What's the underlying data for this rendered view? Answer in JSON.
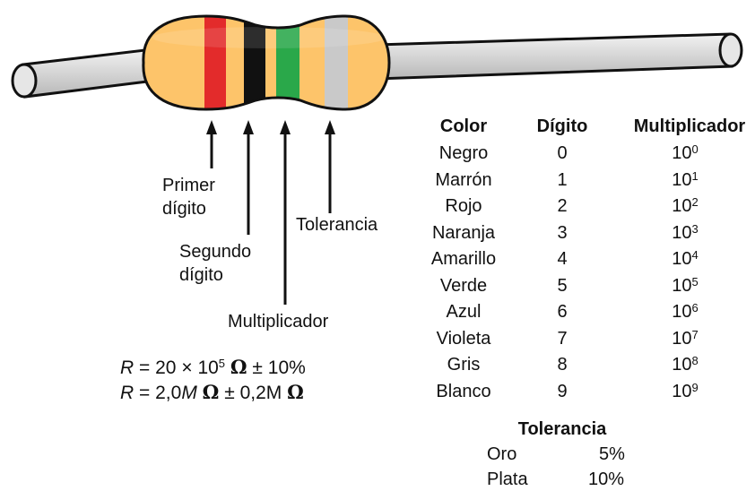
{
  "labels": {
    "primer": [
      "Primer",
      "dígito"
    ],
    "segundo": [
      "Segundo",
      "dígito"
    ],
    "multiplicador": "Multiplicador",
    "tolerancia": "Tolerancia"
  },
  "formula": {
    "line1": {
      "R": "R",
      "eq": "=",
      "value": "20",
      "times": "×",
      "base": "10",
      "exp": "5",
      "omega": "Ω",
      "pm": "±",
      "tol": "10%"
    },
    "line2": {
      "R": "R",
      "eq": "=",
      "value": "2,0",
      "unit": "M",
      "omega": "Ω",
      "pm": "±",
      "tol": "0,2M",
      "omega2": "Ω"
    }
  },
  "table": {
    "headers": {
      "color": "Color",
      "digit": "Dígito",
      "mult": "Multiplicador"
    },
    "rows": [
      {
        "color": "Negro",
        "digit": "0",
        "base": "10",
        "exp": "0"
      },
      {
        "color": "Marrón",
        "digit": "1",
        "base": "10",
        "exp": "1"
      },
      {
        "color": "Rojo",
        "digit": "2",
        "base": "10",
        "exp": "2"
      },
      {
        "color": "Naranja",
        "digit": "3",
        "base": "10",
        "exp": "3"
      },
      {
        "color": "Amarillo",
        "digit": "4",
        "base": "10",
        "exp": "4"
      },
      {
        "color": "Verde",
        "digit": "5",
        "base": "10",
        "exp": "5"
      },
      {
        "color": "Azul",
        "digit": "6",
        "base": "10",
        "exp": "6"
      },
      {
        "color": "Violeta",
        "digit": "7",
        "base": "10",
        "exp": "7"
      },
      {
        "color": "Gris",
        "digit": "8",
        "base": "10",
        "exp": "8"
      },
      {
        "color": "Blanco",
        "digit": "9",
        "base": "10",
        "exp": "9"
      }
    ]
  },
  "tolerance": {
    "title": "Tolerancia",
    "rows": [
      {
        "name": "Oro",
        "value": "5%"
      },
      {
        "name": "Plata",
        "value": "10%"
      }
    ]
  },
  "colors": {
    "body": "#fdc46a",
    "band_red": "#e32b2b",
    "band_black": "#111111",
    "band_green": "#2aa84a",
    "band_silver": "#c9c9c9",
    "lead": "#d6d6d6"
  }
}
